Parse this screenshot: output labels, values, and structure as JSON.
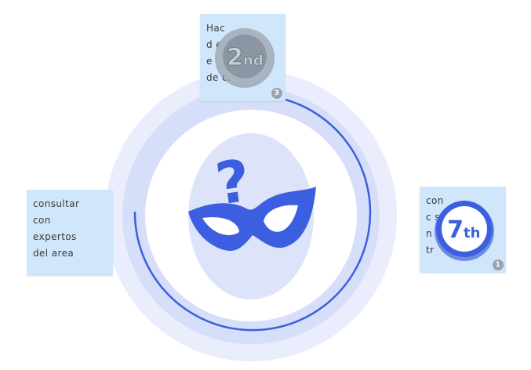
{
  "colors": {
    "note_bg": "#cfe6fb",
    "ring_outer": "#e9edfc",
    "ring_mid": "#d7dffa",
    "ring_inner": "#ffffff",
    "accent_blue": "#3b5fe0",
    "face": "#dde3f9",
    "medal_silver": "#8e9aa6",
    "count_badge": "#9aa3ad"
  },
  "notes": {
    "top": {
      "lines": "Hac   \nd            e\ne            \nde          co",
      "count": "3",
      "medal": "2nd",
      "medal_rank": "2",
      "medal_suffix": "nd"
    },
    "left": {
      "lines": "consultar\ncon\nexpertos\ndel area"
    },
    "right": {
      "lines": "con       \nc            s\nn           \ntr",
      "count": "1",
      "medal": "7th",
      "medal_rank": "7",
      "medal_suffix": "th"
    }
  },
  "center": {
    "question_mark": "?",
    "icon": "anonymous-mask-icon"
  }
}
